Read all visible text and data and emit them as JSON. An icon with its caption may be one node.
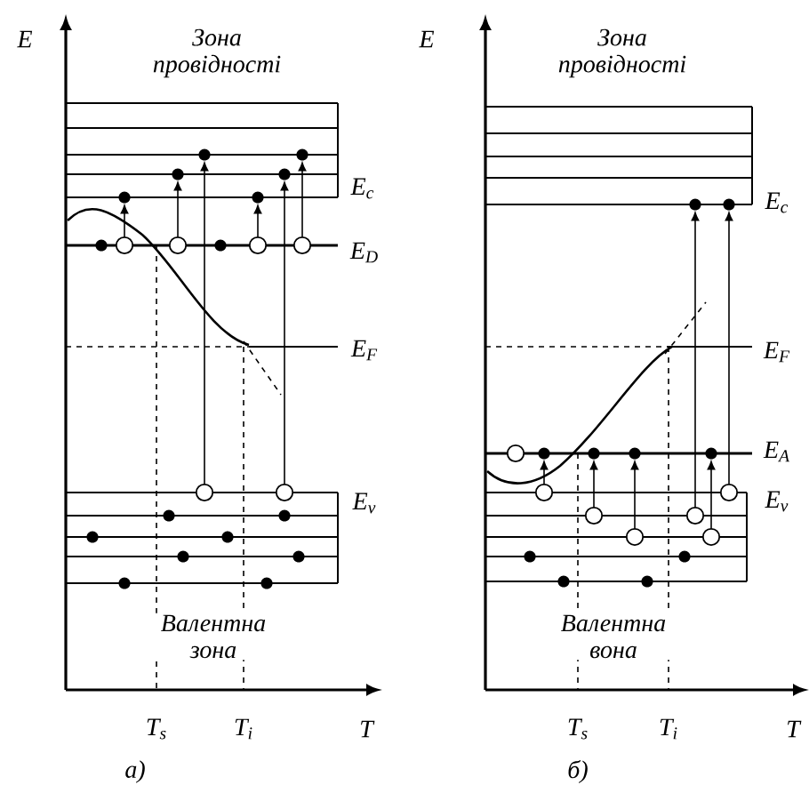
{
  "diagram": {
    "labels": [
      "E",
      "Зона провідності",
      "E$_{c}$",
      "E$_{D}$",
      "E$_{F}$",
      "E$_{v}$",
      "Валентна зона",
      "T$_{s}$",
      "T$_{i}$",
      "T",
      "а)",
      "E",
      "Зона провідності",
      "E$_{c}$",
      "E$_{F}$",
      "E$_{A}$",
      "E$_{v}$",
      "Валентна вона",
      "T$_{s}$",
      "T$_{i}$",
      "T",
      "б)"
    ]
  }
}
